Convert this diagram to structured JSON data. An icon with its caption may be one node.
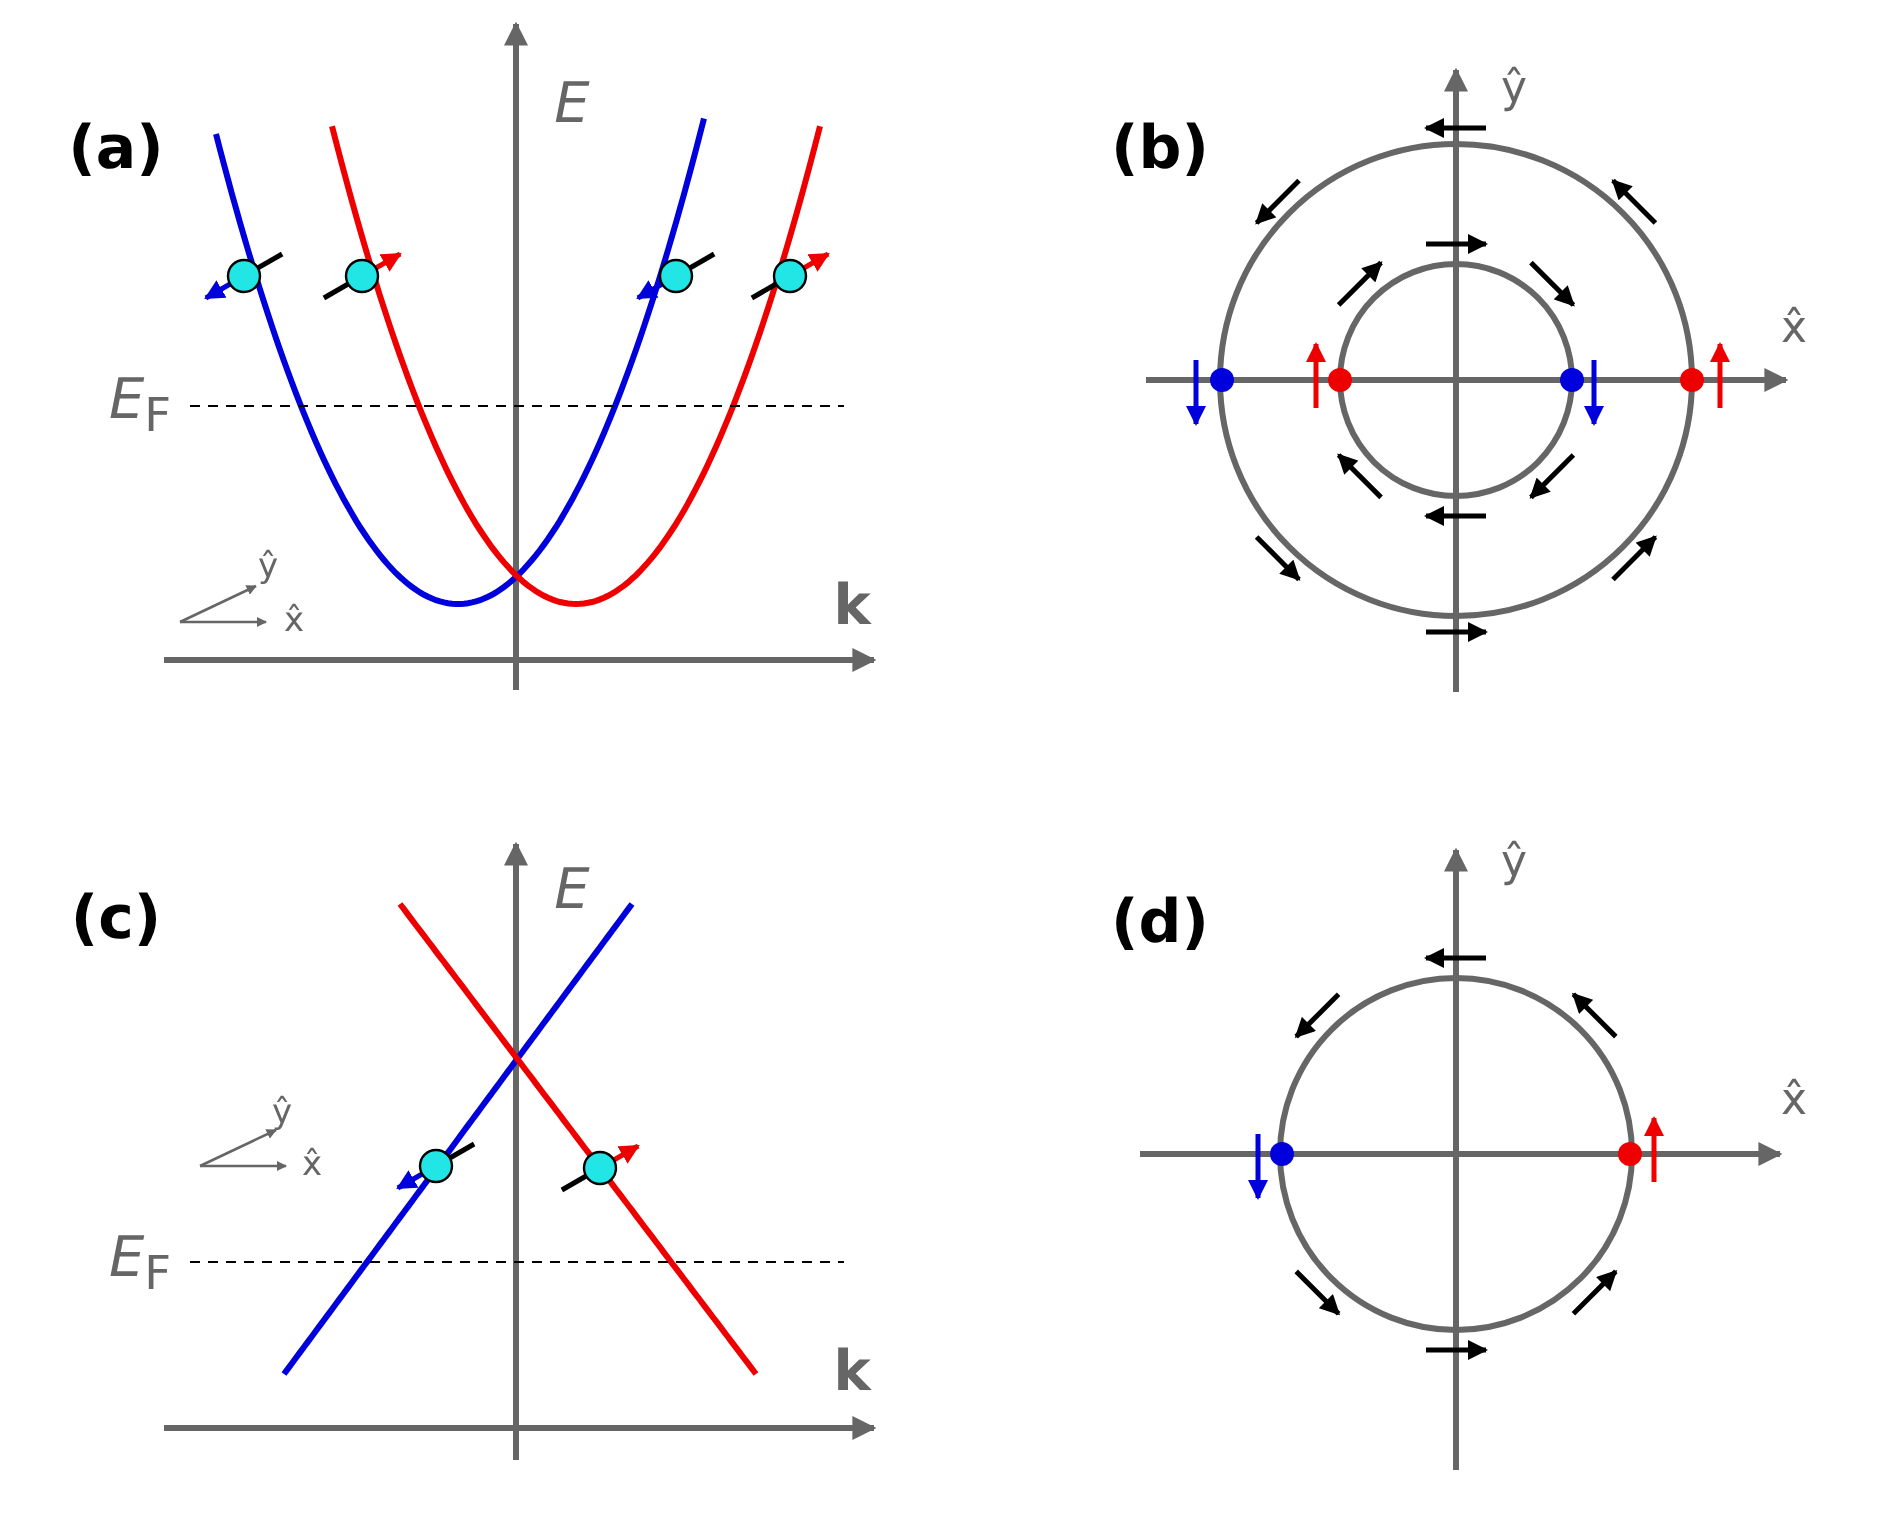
{
  "diagram": {
    "labels": [
      "(a)",
      "E",
      "E$_{F}$",
      "ŷ",
      "x̂",
      "k",
      "(b)",
      "ŷ",
      "x̂",
      "(c)",
      "E",
      "ŷ",
      "x̂",
      "E$_{F}$",
      "k",
      "(d)",
      "ŷ",
      "x̂"
    ]
  }
}
